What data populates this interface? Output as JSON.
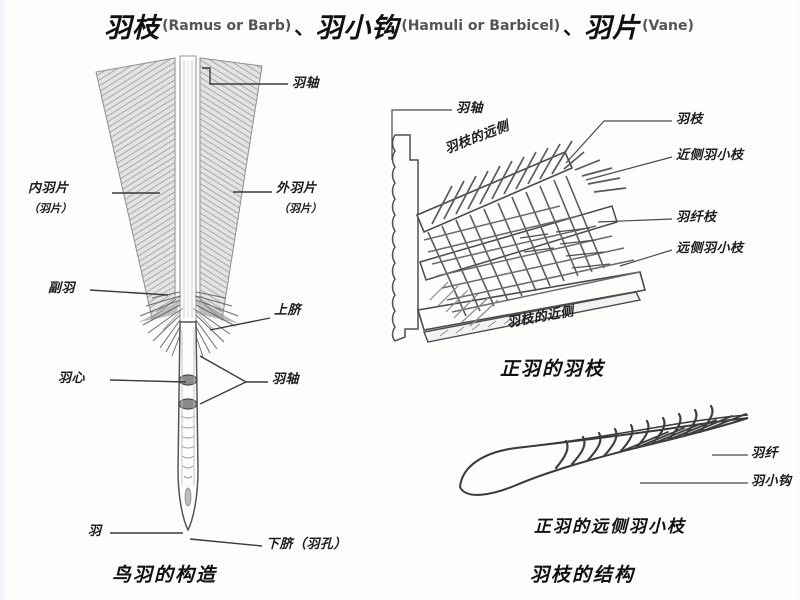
{
  "title": {
    "part1_cn": "羽枝",
    "part1_en": "(Ramus or Barb)",
    "sep1": "、",
    "part2_cn": "羽小钩",
    "part2_en": "(Hamuli or Barbicel)",
    "sep2": "、",
    "part3_cn": "羽片",
    "part3_en": "(Vane)"
  },
  "figures": {
    "whole_feather": {
      "caption": "鸟羽的构造",
      "labels": {
        "rachis_top": "羽轴",
        "inner_vane": "内羽片",
        "inner_vane_sub": "（羽片）",
        "outer_vane": "外羽片",
        "outer_vane_sub": "（羽片）",
        "afterfeather": "副羽",
        "superior_umbilicus": "上脐",
        "pith": "羽心",
        "rachis_mid": "羽轴",
        "calamus": "羽",
        "inferior_umbilicus": "下脐（羽孔）"
      }
    },
    "barb_detail": {
      "caption": "正羽的羽枝",
      "labels": {
        "rachis": "羽轴",
        "barb_distal_side": "羽枝的远侧",
        "barb": "羽枝",
        "proximal_barbule": "近侧羽小枝",
        "barbicel": "羽纤枝",
        "distal_barbule": "远侧羽小枝",
        "barb_proximal_side": "羽枝的近侧"
      }
    },
    "barbule_detail": {
      "caption_inner": "正羽的远侧羽小枝",
      "caption": "羽枝的结构",
      "labels": {
        "barbicel": "羽纤",
        "hamulus": "羽小钩"
      }
    }
  },
  "colors": {
    "ink": "#1d1d1d",
    "line": "#3b3b3b",
    "vane_fill": "#b9b9b9",
    "paper": "#fdfdfb"
  }
}
